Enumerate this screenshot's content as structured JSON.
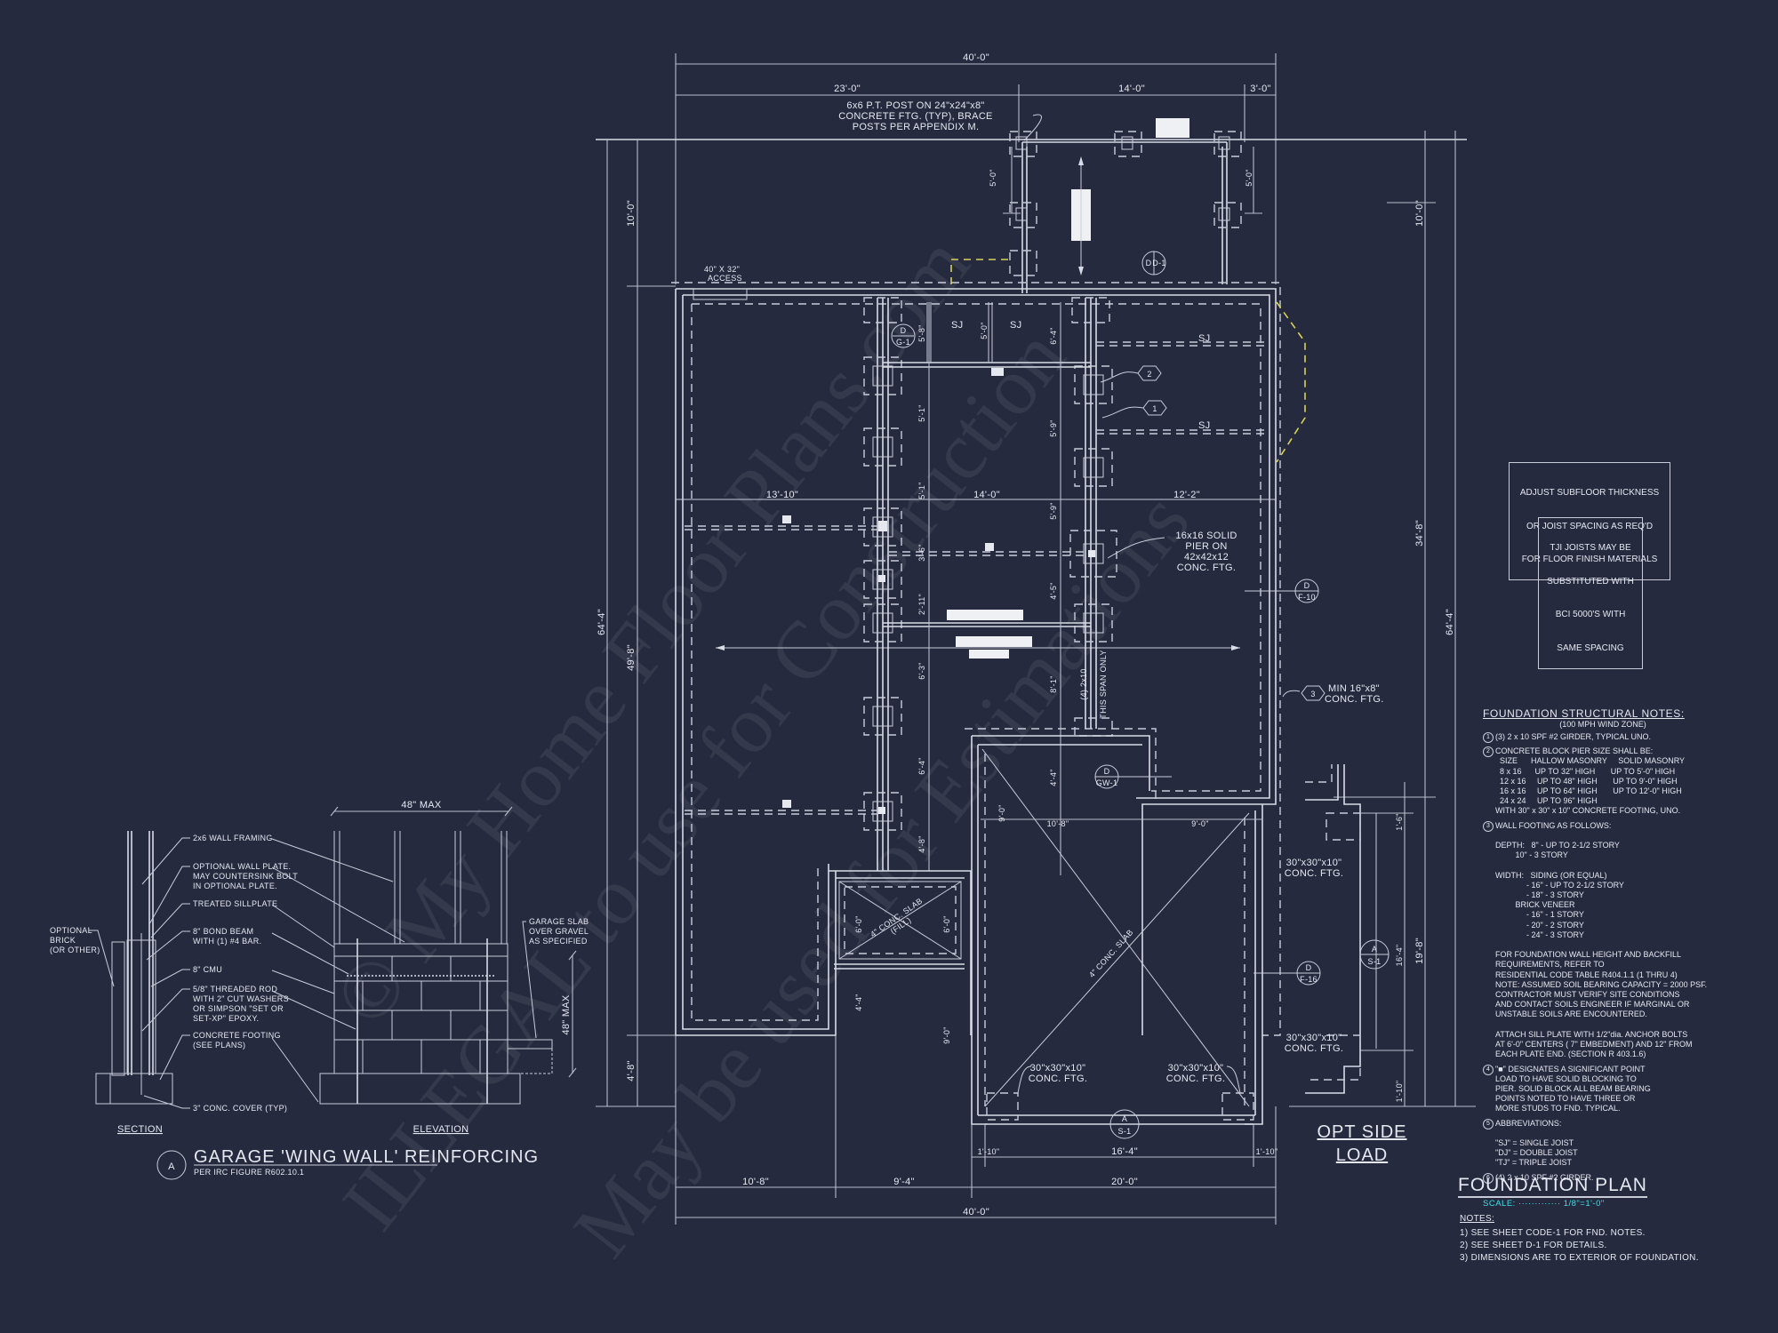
{
  "sheet": {
    "background": "#252a3e",
    "line_color": "#d9dce6",
    "accent_cyan": "#3ee0e6",
    "accent_yellow": "#d8d25a"
  },
  "plan": {
    "title": "FOUNDATION PLAN",
    "scale_label": "SCALE: ············· 1/8\"=1'-0\"",
    "notes_heading": "NOTES:",
    "notes": [
      "1) SEE SHEET CODE-1 FOR FND. NOTES.",
      "2) SEE SHEET D-1 FOR DETAILS.",
      "3) DIMENSIONS ARE TO EXTERIOR OF FOUNDATION."
    ],
    "opt_side_load": [
      "OPT SIDE",
      "LOAD"
    ],
    "dimensions": {
      "top_overall": "40'-0\"",
      "top_left": "23'-0\"",
      "top_mid": "14'-0\"",
      "top_right": "3'-0\"",
      "bottom_overall": "40'-0\"",
      "bottom_a": "10'-8\"",
      "bottom_b": "9'-4\"",
      "bottom_c": "20'-0\"",
      "garage_left": "1'-10\"",
      "garage_mid": "16'-4\"",
      "garage_right": "1'-10\"",
      "left_overall": "64'-4\"",
      "left_porch": "10'-0\"",
      "left_main": "49'-8\"",
      "left_bottom": "4'-8\"",
      "right_overall": "64'-4\"",
      "right_porch": "10'-0\"",
      "right_main": "34'-8\"",
      "right_garage": "19'-8\"",
      "side_a": "1'-6\"",
      "side_b": "16'-4\"",
      "side_c": "1'-10\"",
      "porch_left": "5'-0\"",
      "porch_right": "5'-0\"",
      "row_left": "13'-10\"",
      "row_mid": "14'-0\"",
      "row_right": "12'-2\"",
      "v1": "5'-8\"",
      "v2": "5'-0\"",
      "v3": "6'-4\"",
      "v4": "5'-1\"",
      "v5": "5'-9\"",
      "v6": "5'-1\"",
      "v7": "5'-9\"",
      "v8": "3'-6\"",
      "v9": "4'-5\"",
      "v10": "2'-11\"",
      "v11": "6'-3\"",
      "v12": "8'-1\"",
      "v13": "6'-4\"",
      "v14": "4'-4\"",
      "v15": "4'-8\"",
      "g1": "10'-8\"",
      "g2": "9'-0\"",
      "g3": "9'-0\"",
      "g4": "6'-0\"",
      "g5": "6'-0\"",
      "g6": "4'-4\"",
      "g7": "9'-0\""
    },
    "callouts": {
      "post": [
        "6x6 P.T. POST ON 24\"x24\"x8\"",
        "CONCRETE FTG. (TYP), BRACE",
        "POSTS PER APPENDIX M."
      ],
      "access": [
        "40\" X 32\"",
        "ACCESS"
      ],
      "pier": [
        "16x16 SOLID",
        "PIER ON",
        "42x42x12",
        "CONC. FTG."
      ],
      "wall_ftg": [
        "MIN 16\"x8\"",
        "CONC. FTG."
      ],
      "ftg_30": [
        "30\"x30\"x10\"",
        "CONC. FTG."
      ],
      "girder": "(4) 2x10",
      "span_only": "THIS SPAN ONLY",
      "slab_fill": [
        "4\" CONC. SLAB",
        "(FILL)"
      ],
      "slab": "4\" CONC. SLAB",
      "sj": "SJ"
    },
    "tags": {
      "hex1": "1",
      "hex2": "2",
      "hex3": "3",
      "d_g1": [
        "D",
        "G-1"
      ],
      "d_d1": [
        "D",
        "D-1"
      ],
      "d_f10": [
        "D",
        "F-10"
      ],
      "d_f16": [
        "D",
        "F-16"
      ],
      "d_gw1": [
        "D",
        "GW-1"
      ],
      "a_s1": [
        "A",
        "S-1"
      ]
    }
  },
  "boxes": {
    "subfloor": [
      "ADJUST SUBFLOOR THICKNESS",
      "OR JOIST SPACING AS REQ'D",
      "FOR FLOOR FINISH MATERIALS"
    ],
    "tji": [
      "TJI JOISTS MAY BE",
      "SUBSTITUTED WITH",
      "BCI 5000'S WITH",
      "SAME SPACING"
    ]
  },
  "structural_notes": {
    "heading": "FOUNDATION STRUCTURAL NOTES:",
    "subheading": "(100 MPH WIND ZONE)",
    "items": [
      {
        "num": "1",
        "lines": [
          "(3) 2 x 10 SPF #2 GIRDER, TYPICAL UNO."
        ]
      },
      {
        "num": "2",
        "lines": [
          "CONCRETE BLOCK PIER SIZE SHALL BE:",
          "  SIZE      HALLOW MASONRY     SOLID MASONRY",
          "  8 x 16      UP TO 32\" HIGH       UP TO 5'-0\" HIGH",
          "  12 x 16     UP TO 48\" HIGH       UP TO 9'-0\" HIGH",
          "  16 x 16     UP TO 64\" HIGH       UP TO 12'-0\" HIGH",
          "  24 x 24     UP TO 96\" HIGH",
          "WITH 30\" x 30\" x 10\" CONCRETE FOOTING, UNO."
        ]
      },
      {
        "num": "3",
        "lines": [
          "WALL FOOTING AS FOLLOWS:",
          "",
          "DEPTH:   8\" - UP TO 2-1/2 STORY",
          "         10\" - 3 STORY",
          "",
          "WIDTH:   SIDING (OR EQUAL)",
          "              - 16\" - UP TO 2-1/2 STORY",
          "              - 18\" - 3 STORY",
          "         BRICK VENEER",
          "              - 16\" - 1 STORY",
          "              - 20\" - 2 STORY",
          "              - 24\" - 3 STORY",
          "",
          "FOR FOUNDATION WALL HEIGHT AND BACKFILL",
          "REQUIREMENTS, REFER TO",
          "RESIDENTIAL CODE TABLE R404.1.1 (1 THRU 4)",
          "NOTE: ASSUMED SOIL BEARING CAPACITY = 2000 PSF.",
          "CONTRACTOR MUST VERIFY SITE CONDITIONS",
          "AND CONTACT SOILS ENGINEER IF MARGINAL OR",
          "UNSTABLE SOILS ARE ENCOUNTERED.",
          "",
          "ATTACH SILL PLATE WITH 1/2\"dia. ANCHOR BOLTS",
          "AT 6'-0\" CENTERS ( 7\" EMBEDMENT) AND 12\" FROM",
          "EACH PLATE END. (SECTION R 403.1.6)"
        ]
      },
      {
        "num": "4",
        "lines": [
          "\"■\" DESIGNATES A SIGNIFICANT POINT",
          "LOAD TO HAVE SOLID BLOCKING TO",
          "PIER. SOLID BLOCK ALL BEAM BEARING",
          "POINTS NOTED TO HAVE THREE OR",
          "MORE STUDS TO FND. TYPICAL."
        ]
      },
      {
        "num": "5",
        "lines": [
          "ABBREVIATIONS:",
          "",
          "\"SJ\" = SINGLE JOIST",
          "\"DJ\" = DOUBLE JOIST",
          "\"TJ\" = TRIPLE JOIST"
        ]
      },
      {
        "num": "6",
        "lines": [
          "(4) 2 x 10 SPF #2 GIRDER."
        ]
      }
    ]
  },
  "wing_wall": {
    "tag": "A",
    "title": "GARAGE 'WING WALL' REINFORCING",
    "subtitle": "PER IRC FIGURE R602.10.1",
    "section_label": "SECTION",
    "elevation_label": "ELEVATION",
    "width_dim": "48\" MAX",
    "height_dim": "48\" MAX",
    "labels": {
      "framing": "2x6 WALL FRAMING",
      "wall_plate": [
        "OPTIONAL WALL PLATE.",
        "MAY COUNTERSINK BOLT",
        "IN OPTIONAL PLATE."
      ],
      "sillplate": "TREATED SILLPLATE",
      "bond_beam": [
        "8\" BOND BEAM",
        "WITH (1) #4 BAR."
      ],
      "cmu": "8\" CMU",
      "rod": [
        "5/8\" THREADED ROD",
        "WITH 2\" CUT WASHERS",
        "OR SIMPSON \"SET OR",
        "SET-XP\" EPOXY."
      ],
      "footing": [
        "CONCRETE FOOTING",
        "(SEE PLANS)"
      ],
      "cover": "3\" CONC. COVER (TYP)",
      "brick": [
        "OPTIONAL",
        "BRICK",
        "(OR OTHER)"
      ],
      "slab": [
        "GARAGE SLAB",
        "OVER GRAVEL",
        "AS SPECIFIED"
      ]
    }
  },
  "watermark": [
    "© My Home Floor Plans.com",
    "ILLEGAL to use for Construction",
    "May be used for Estimations"
  ]
}
